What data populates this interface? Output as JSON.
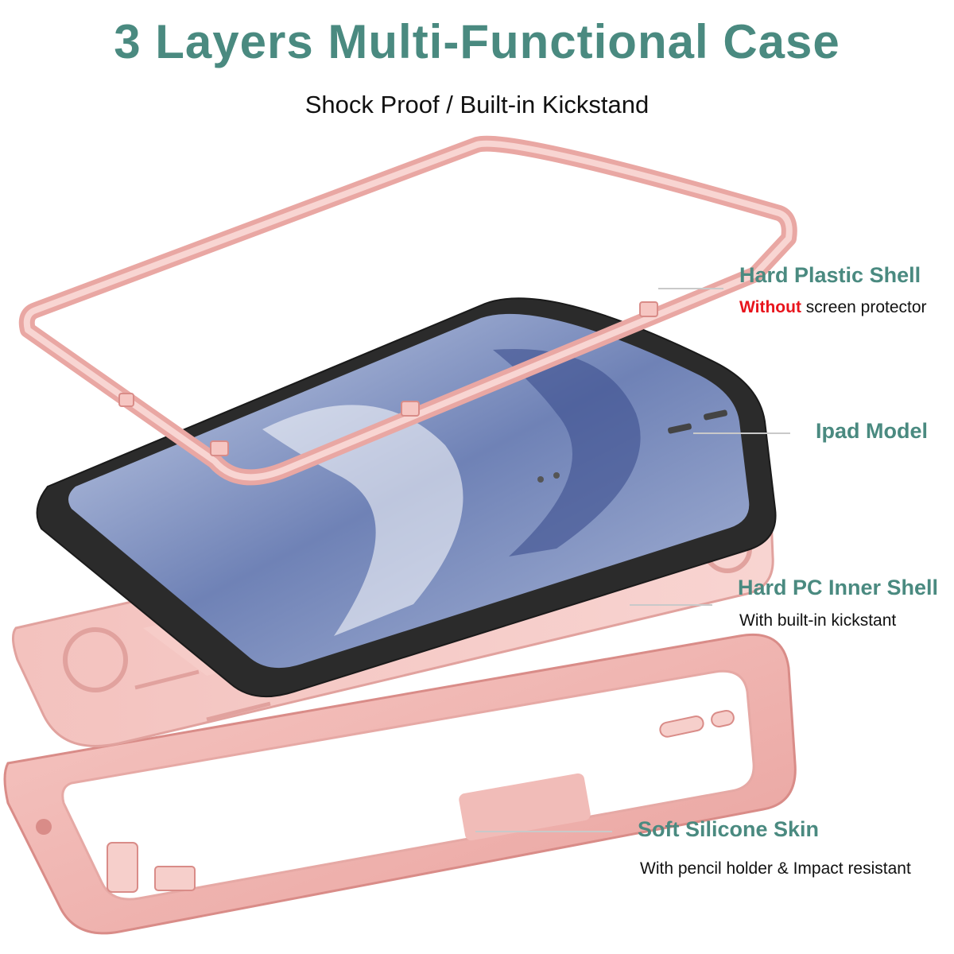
{
  "header": {
    "title": "3 Layers Multi-Functional Case",
    "subtitle": "Shock Proof / Built-in Kickstand"
  },
  "callouts": {
    "hard_plastic_shell": {
      "title": "Hard Plastic Shell",
      "highlight": "Without",
      "desc": " screen protector"
    },
    "ipad_model": {
      "title": "Ipad Model"
    },
    "hard_pc_inner_shell": {
      "title": "Hard PC Inner Shell",
      "desc": "With built-in kickstant"
    },
    "soft_silicone_skin": {
      "title": "Soft Silicone Skin",
      "desc": "With pencil holder & Impact resistant"
    }
  },
  "colors": {
    "title": "#4a8a80",
    "label": "#4a8a80",
    "highlight": "#e8141c",
    "case_pink": "#f2b3b0",
    "case_pink_dark": "#de9591",
    "frame_pink": "#f0b8b4",
    "tablet_body": "#2b2b2b",
    "screen_blue": "#8fa2c8"
  }
}
